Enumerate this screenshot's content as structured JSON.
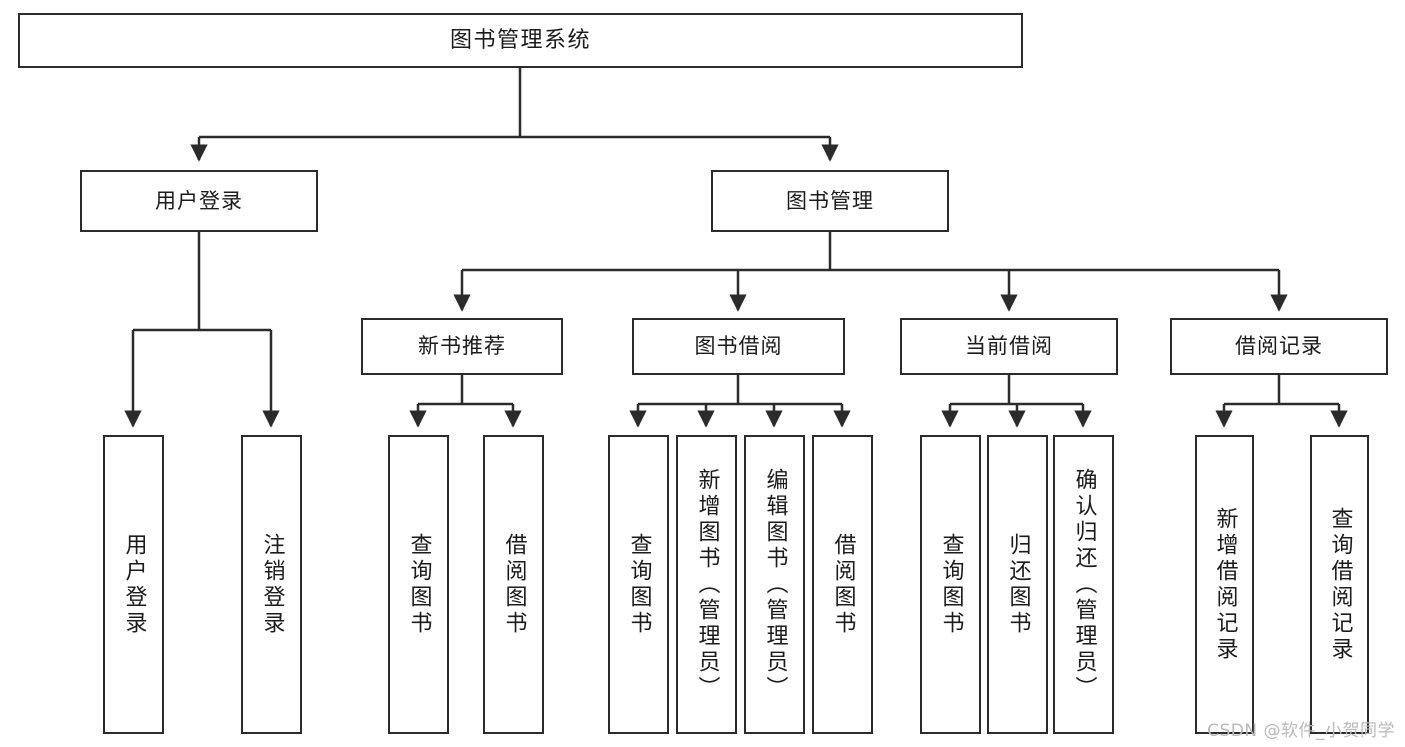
{
  "diagram": {
    "title": "图书管理系统",
    "watermark": "CSDN @软件_小贺同学",
    "line_color": "#2b2b2b",
    "box_fill": "#ffffff",
    "text_color": "#1b1b1b",
    "nodes": {
      "root": "图书管理系统",
      "l2": {
        "user_login": "用户登录",
        "book_manage": "图书管理"
      },
      "l3": {
        "new_book_rec": "新书推荐",
        "book_borrow": "图书借阅",
        "current_borrow": "当前借阅",
        "borrow_record": "借阅记录"
      },
      "leaves": {
        "user_login_leaf": "用户登录",
        "logout_leaf": "注销登录",
        "rec_query_book": "查询图书",
        "rec_borrow_book": "借阅图书",
        "borrow_query_book": "查询图书",
        "borrow_add_book": "新增图书（管理员）",
        "borrow_edit_book": "编辑图书（管理员）",
        "borrow_borrow_book": "借阅图书",
        "cur_query_book": "查询图书",
        "cur_return_book": "归还图书",
        "cur_confirm_return": "确认归还（管理员）",
        "rec_add_record": "新增借阅记录",
        "rec_query_record": "查询借阅记录"
      }
    }
  }
}
